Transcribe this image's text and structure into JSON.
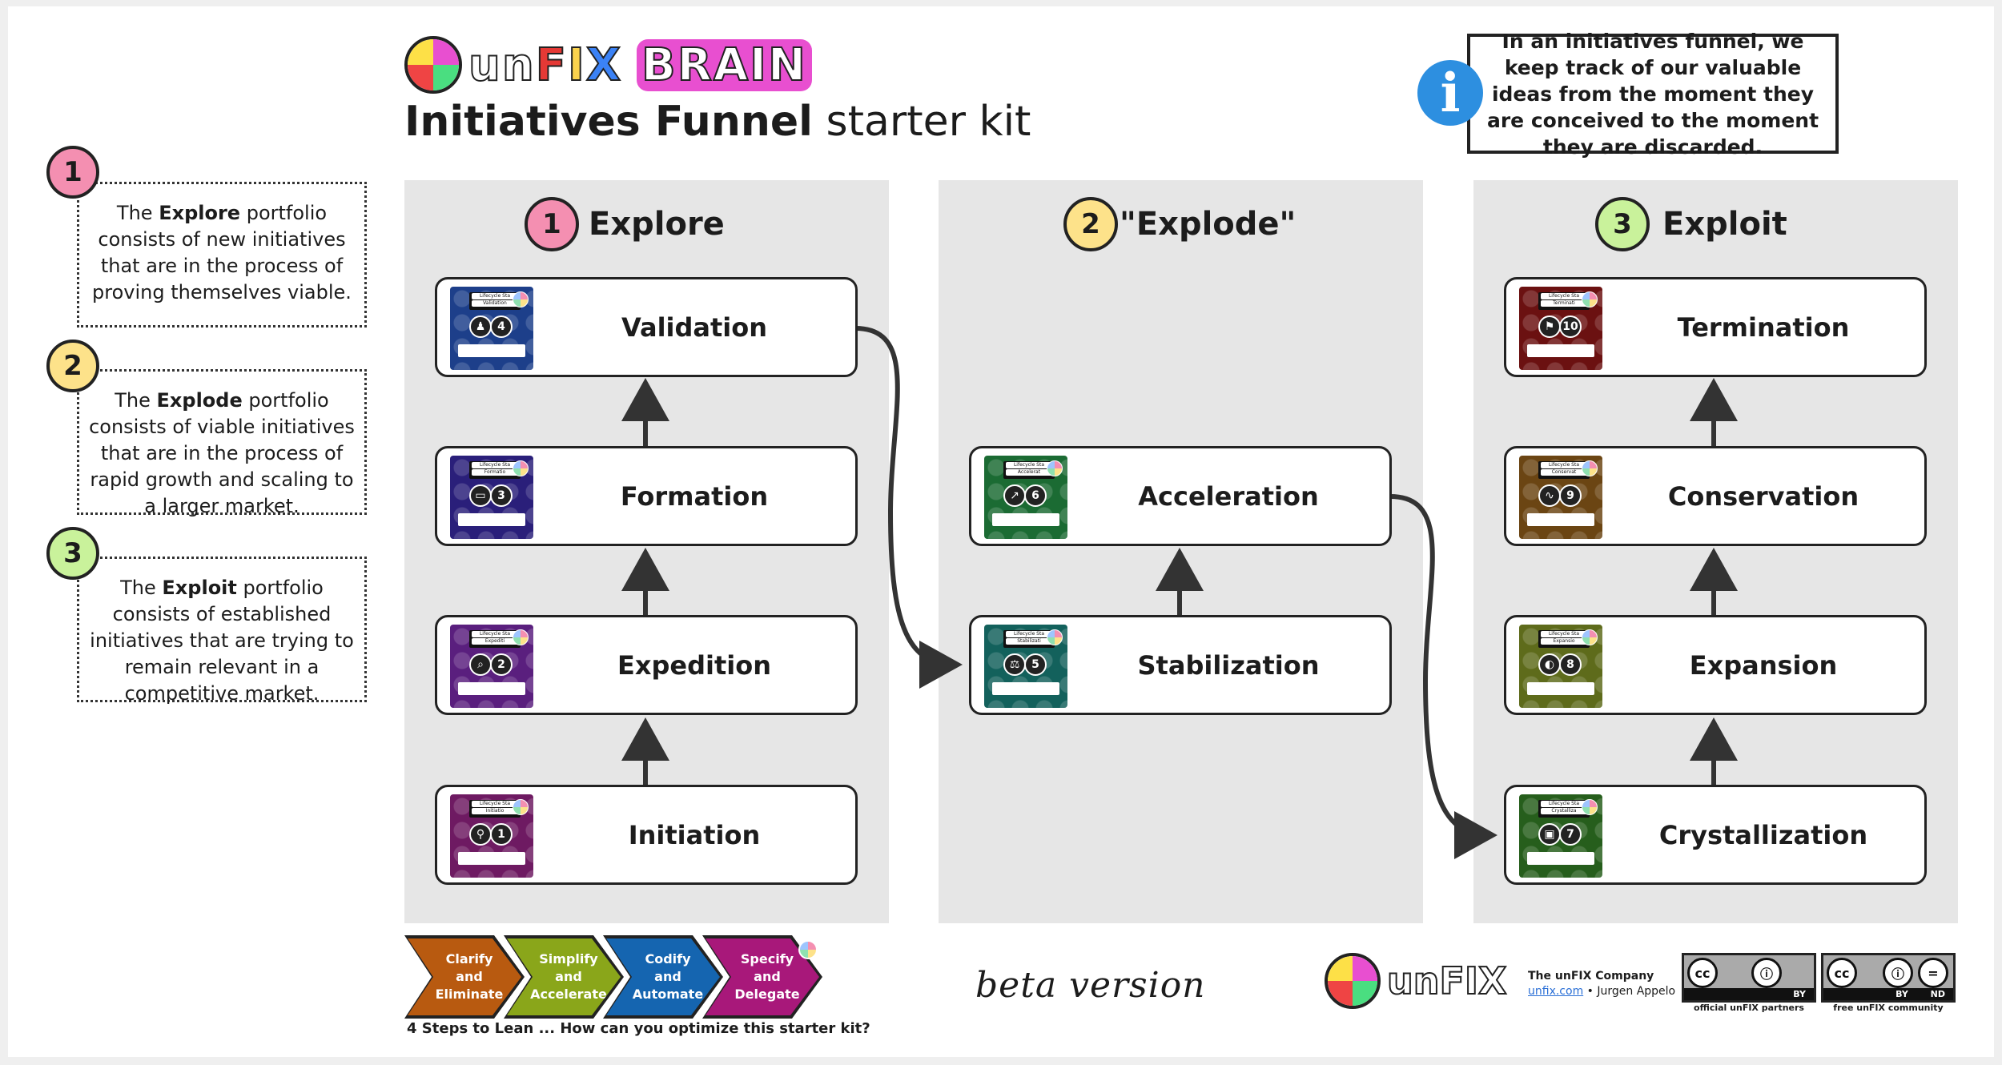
{
  "brand": {
    "un": "un",
    "fix": [
      "F",
      "I",
      "X"
    ],
    "brain": "BRAIN",
    "logo_colors": [
      "#fde047",
      "#e84fd0",
      "#ef4444",
      "#4ade80"
    ]
  },
  "title": {
    "bold": "Initiatives Funnel",
    "rest": " starter kit"
  },
  "info": {
    "icon": "i",
    "text": "In an initiatives funnel, we keep track of our valuable ideas from the moment they are conceived to the moment they are discarded."
  },
  "notes": [
    {
      "num": "1",
      "pre": "The ",
      "bold": "Explore",
      "post": " portfolio consists of new initiatives that are in the process of proving themselves viable."
    },
    {
      "num": "2",
      "pre": "The ",
      "bold": "Explode",
      "post": " portfolio consists of viable initiatives that are in the process of rapid growth and scaling to a larger market."
    },
    {
      "num": "3",
      "pre": "The ",
      "bold": "Exploit",
      "post": " portfolio consists of established initiatives that are trying to remain relevant in a competitive market."
    }
  ],
  "columns": [
    {
      "num": "1",
      "title": "Explore"
    },
    {
      "num": "2",
      "title": "\"Explode\""
    },
    {
      "num": "3",
      "title": "Exploit"
    }
  ],
  "stages": {
    "validation": {
      "label": "Validation",
      "num": "4",
      "kicker": "Lifecycle Sta",
      "card_title": "Validation",
      "glyph": "♟",
      "color": "#1d3f8a"
    },
    "formation": {
      "label": "Formation",
      "num": "3",
      "kicker": "Lifecycle Sta",
      "card_title": "Formatio",
      "glyph": "▭",
      "color": "#2a1f7a"
    },
    "expedition": {
      "label": "Expedition",
      "num": "2",
      "kicker": "Lifecycle Sta",
      "card_title": "Expediti",
      "glyph": "⌕",
      "color": "#5a1f7e"
    },
    "initiation": {
      "label": "Initiation",
      "num": "1",
      "kicker": "Lifecycle Sta",
      "card_title": "Initiatio",
      "glyph": "⚲",
      "color": "#6e1a62"
    },
    "acceleration": {
      "label": "Acceleration",
      "num": "6",
      "kicker": "Lifecycle Sta",
      "card_title": "Accelerat",
      "glyph": "↗",
      "color": "#1b6b33"
    },
    "stabilization": {
      "label": "Stabilization",
      "num": "5",
      "kicker": "Lifecycle Sta",
      "card_title": "Stabilizati",
      "glyph": "⚖",
      "color": "#13615c"
    },
    "termination": {
      "label": "Termination",
      "num": "10",
      "kicker": "Lifecycle Sta",
      "card_title": "Terminati",
      "glyph": "⚑",
      "color": "#6b1111"
    },
    "conservation": {
      "label": "Conservation",
      "num": "9",
      "kicker": "Lifecycle Sta",
      "card_title": "Conservat",
      "glyph": "∿",
      "color": "#6b4513"
    },
    "expansion": {
      "label": "Expansion",
      "num": "8",
      "kicker": "Lifecycle Sta",
      "card_title": "Expansio",
      "glyph": "◐",
      "color": "#5e6b1b"
    },
    "crystallization": {
      "label": "Crystallization",
      "num": "7",
      "kicker": "Lifecycle Sta",
      "card_title": "Crystalliza",
      "glyph": "▣",
      "color": "#265e1c"
    }
  },
  "lean": {
    "steps": [
      {
        "line1": "Clarify",
        "line2": "and",
        "line3": "Eliminate",
        "color": "#b85a10"
      },
      {
        "line1": "Simplify",
        "line2": "and",
        "line3": "Accelerate",
        "color": "#8aa61a"
      },
      {
        "line1": "Codify",
        "line2": "and",
        "line3": "Automate",
        "color": "#1565b0"
      },
      {
        "line1": "Specify",
        "line2": "and",
        "line3": "Delegate",
        "color": "#a8187a"
      }
    ],
    "caption": "4 Steps to Lean ... How can you optimize this starter kit?"
  },
  "beta": "beta version",
  "company": {
    "word": "unFIX",
    "name": "The unFIX Company",
    "link": "unfix.com",
    "author": " • Jurgen Appelo"
  },
  "licenses": [
    {
      "badges": [
        "cc",
        "ⓘ"
      ],
      "bottom": "BY",
      "caption": "official unFIX partners"
    },
    {
      "badges": [
        "cc",
        "ⓘ",
        "="
      ],
      "bottom": "BY ND",
      "caption": "free unFIX community"
    }
  ],
  "colors": {
    "explore": "#f48fb1",
    "explode": "#fde28a",
    "exploit": "#c9f29b",
    "info": "#2d8fe0"
  }
}
